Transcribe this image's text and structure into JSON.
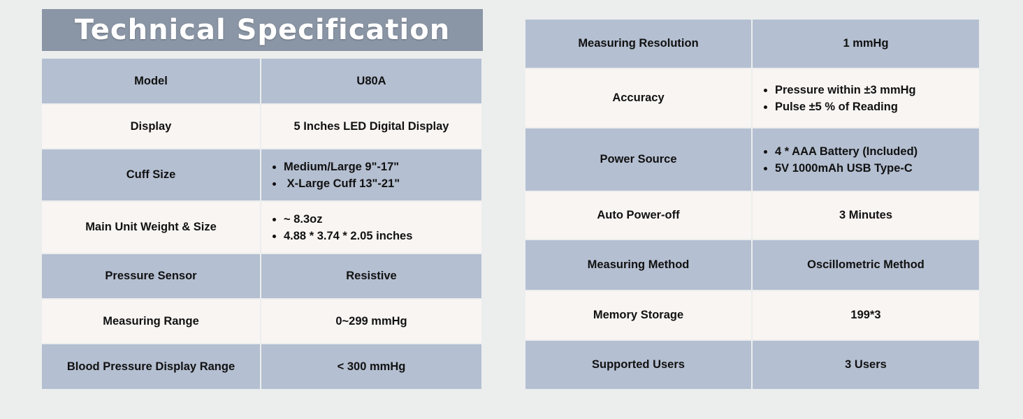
{
  "title": "Technical Specification",
  "colors": {
    "banner": "#8a95a5",
    "row_blue": "#b4bfd1",
    "row_cream": "#f9f5f3",
    "background": "#eceeee"
  },
  "left_table": [
    {
      "label": "Model",
      "value": "U80A"
    },
    {
      "label": "Display",
      "value": "5 Inches LED Digital Display"
    },
    {
      "label": "Cuff Size",
      "values": [
        "Medium/Large 9\"-17\"",
        " X-Large Cuff 13\"-21\""
      ]
    },
    {
      "label": "Main Unit Weight & Size",
      "values": [
        "~ 8.3oz",
        "4.88 * 3.74 * 2.05 inches"
      ]
    },
    {
      "label": "Pressure Sensor",
      "value": "Resistive"
    },
    {
      "label": "Measuring Range",
      "value": "0~299 mmHg"
    },
    {
      "label": "Blood Pressure Display Range",
      "value": "< 300 mmHg"
    }
  ],
  "right_table": [
    {
      "label": "Measuring Resolution",
      "value": "1 mmHg"
    },
    {
      "label": "Accuracy",
      "values": [
        "Pressure within ±3 mmHg",
        "Pulse ±5 % of Reading"
      ]
    },
    {
      "label": "Power Source",
      "values": [
        "4 * AAA Battery (Included)",
        "5V 1000mAh USB Type-C"
      ]
    },
    {
      "label": "Auto Power-off",
      "value": "3 Minutes"
    },
    {
      "label": "Measuring Method",
      "value": "Oscillometric Method"
    },
    {
      "label": "Memory Storage",
      "value": "199*3"
    },
    {
      "label": "Supported Users",
      "value": "3 Users"
    }
  ]
}
